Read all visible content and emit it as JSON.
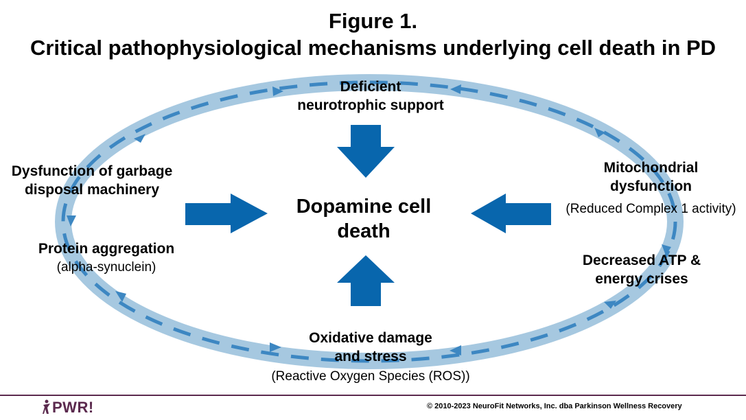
{
  "title": {
    "line1": "Figure 1.",
    "line2": "Critical pathophysiological mechanisms underlying cell death in PD"
  },
  "center": {
    "line1": "Dopamine cell",
    "line2": "death"
  },
  "nodes": {
    "top": {
      "line1": "Deficient",
      "line2": "neurotrophic support"
    },
    "right_upper": {
      "line1": "Mitochondrial",
      "line2": "dysfunction",
      "sub": "(Reduced Complex 1 activity)"
    },
    "right_lower": {
      "line1": "Decreased ATP &",
      "line2": "energy crises"
    },
    "bottom": {
      "line1": "Oxidative damage",
      "line2": "and stress",
      "sub": "(Reactive Oxygen Species (ROS))"
    },
    "left_lower": {
      "line1": "Protein aggregation",
      "sub": "(alpha-synuclein)"
    },
    "left_upper": {
      "line1": "Dysfunction of garbage",
      "line2": "disposal machinery"
    }
  },
  "colors": {
    "ring": "#a6c8e0",
    "ring_dash": "#3d87c2",
    "arrow": "#0866ad",
    "brand": "#5b2a4e"
  },
  "icons": {
    "down_arrow": "block-arrow-down-icon",
    "up_arrow": "block-arrow-up-icon",
    "left_arrow": "block-arrow-left-icon",
    "right_arrow": "block-arrow-right-icon",
    "logo": "pwr-figure-icon"
  },
  "footer": {
    "logo_text": "PWR!",
    "copyright": "© 2010-2023 NeuroFit Networks, Inc. dba Parkinson Wellness Recovery"
  }
}
